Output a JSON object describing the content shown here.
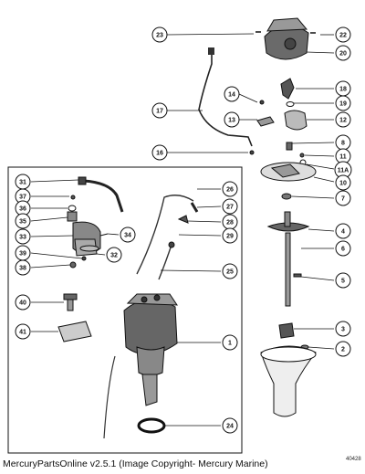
{
  "diagram": {
    "callouts": [
      {
        "label": "23",
        "part": "23"
      },
      {
        "label": "22",
        "part": "22"
      },
      {
        "label": "20",
        "part": "20"
      },
      {
        "label": "17",
        "part": "17"
      },
      {
        "label": "14",
        "part": "14"
      },
      {
        "label": "18",
        "part": "18"
      },
      {
        "label": "19",
        "part": "19"
      },
      {
        "label": "13",
        "part": "13"
      },
      {
        "label": "12",
        "part": "12"
      },
      {
        "label": "16",
        "part": "16"
      },
      {
        "label": "8",
        "part": "8"
      },
      {
        "label": "11",
        "part": "11"
      },
      {
        "label": "11A",
        "part": "11A"
      },
      {
        "label": "10",
        "part": "10"
      },
      {
        "label": "7",
        "part": "7"
      },
      {
        "label": "31",
        "part": "31"
      },
      {
        "label": "37",
        "part": "37"
      },
      {
        "label": "36",
        "part": "36"
      },
      {
        "label": "35",
        "part": "35"
      },
      {
        "label": "33",
        "part": "33"
      },
      {
        "label": "39",
        "part": "39"
      },
      {
        "label": "38",
        "part": "38"
      },
      {
        "label": "34",
        "part": "34"
      },
      {
        "label": "32",
        "part": "32"
      },
      {
        "label": "26",
        "part": "26"
      },
      {
        "label": "27",
        "part": "27"
      },
      {
        "label": "28",
        "part": "28"
      },
      {
        "label": "29",
        "part": "29"
      },
      {
        "label": "25",
        "part": "25"
      },
      {
        "label": "4",
        "part": "4"
      },
      {
        "label": "6",
        "part": "6"
      },
      {
        "label": "5",
        "part": "5"
      },
      {
        "label": "40",
        "part": "40"
      },
      {
        "label": "41",
        "part": "41"
      },
      {
        "label": "1",
        "part": "1"
      },
      {
        "label": "3",
        "part": "3"
      },
      {
        "label": "2",
        "part": "2"
      },
      {
        "label": "24",
        "part": "24"
      }
    ],
    "drawing_number": "40428"
  },
  "footer": {
    "caption": "MercuryPartsOnline v2.5.1 (Image Copyright- Mercury Marine)"
  }
}
